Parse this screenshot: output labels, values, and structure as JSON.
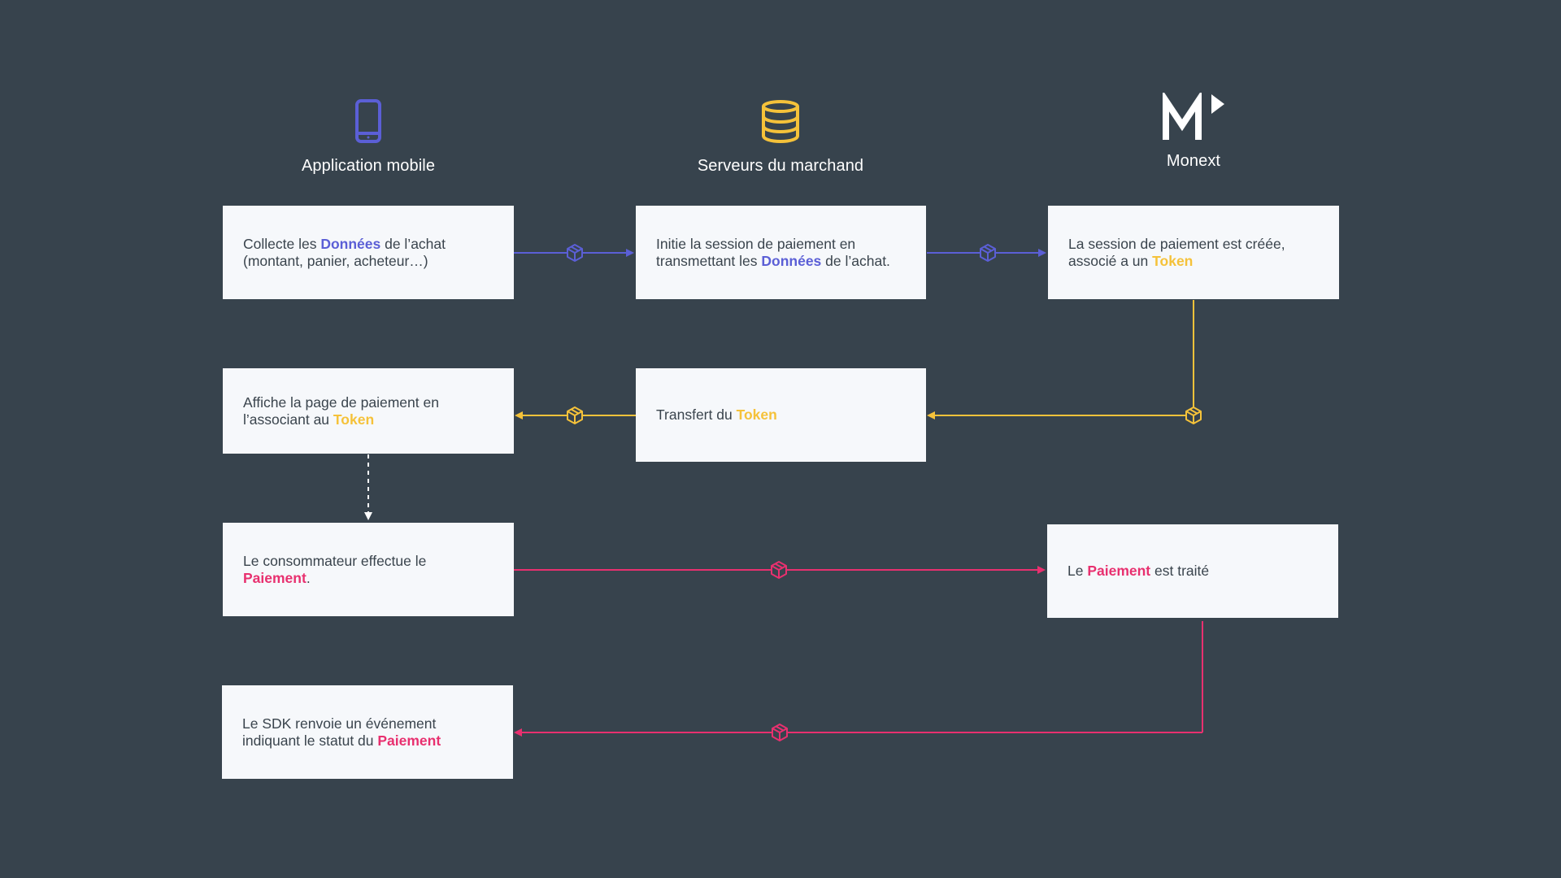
{
  "columns": [
    {
      "title": "Application mobile",
      "icon": "smartphone-icon",
      "color": "#5b5fd6"
    },
    {
      "title": "Serveurs du marchand",
      "icon": "database-icon",
      "color": "#f5c23a"
    },
    {
      "title": "Monext",
      "icon": "monext-logo",
      "color": "#ffffff"
    }
  ],
  "steps": {
    "s1": {
      "pre": "Collecte les ",
      "hl": "Données",
      "post": " de l’achat (montant, panier, acheteur…)"
    },
    "s2": {
      "pre": "Initie la session de paiement en transmettant les ",
      "hl": "Données",
      "post": " de l’achat."
    },
    "s3": {
      "pre": "La session de paiement est créée, associé a un ",
      "hl": "Token",
      "post": ""
    },
    "s4": {
      "pre": "Transfert du ",
      "hl": "Token",
      "post": ""
    },
    "s5": {
      "pre": "Affiche la page de paiement en l’associant au ",
      "hl": "Token",
      "post": ""
    },
    "s6": {
      "pre": "Le consommateur effectue le ",
      "hl": "Paiement",
      "post": "."
    },
    "s7": {
      "pre": "Le ",
      "hl": "Paiement",
      "post": " est traité"
    },
    "s8": {
      "pre": "Le SDK renvoie un événement indiquant le statut du ",
      "hl": "Paiement",
      "post": ""
    }
  },
  "colors": {
    "background": "#37434d",
    "box": "#f6f8fb",
    "data": "#5b5fd6",
    "token": "#f5c23a",
    "payment": "#e8306f"
  },
  "connector_icon": "package-icon"
}
